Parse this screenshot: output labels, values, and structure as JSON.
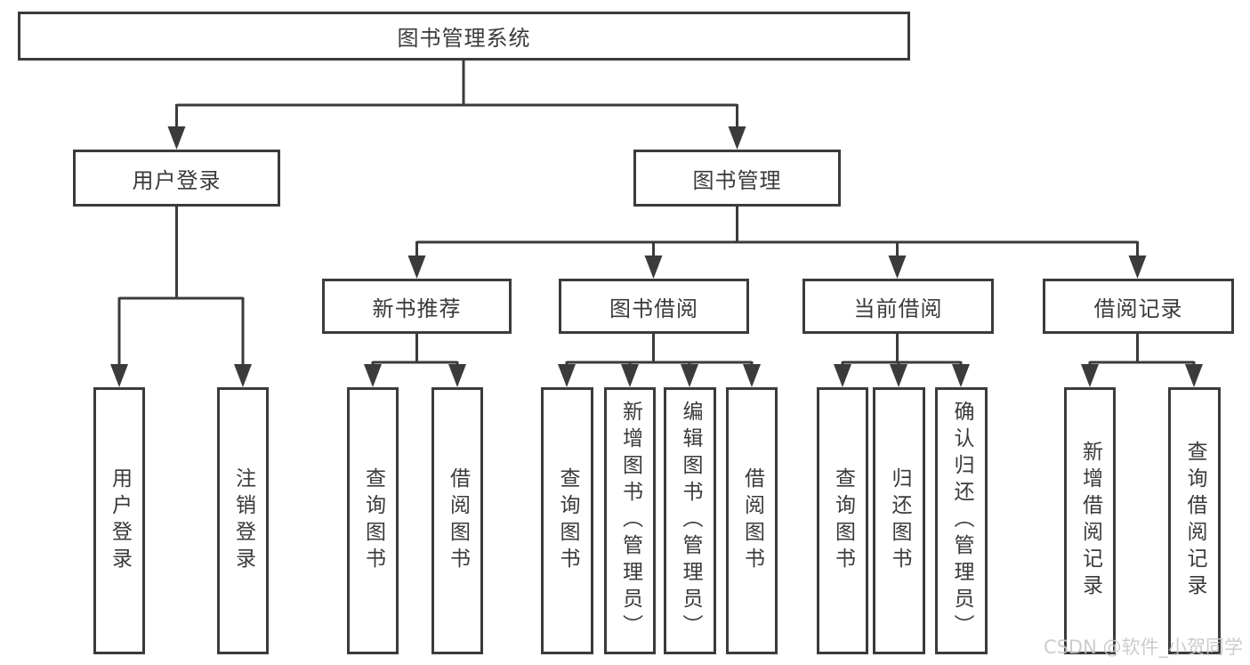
{
  "tree": {
    "root": "图书管理系统",
    "branches": [
      {
        "label": "用户登录",
        "leaves": [
          "用户登录",
          "注销登录"
        ]
      },
      {
        "label": "图书管理",
        "groups": [
          {
            "label": "新书推荐",
            "leaves": [
              "查询图书",
              "借阅图书"
            ]
          },
          {
            "label": "图书借阅",
            "leaves": [
              "查询图书",
              "新增图书（管理员）",
              "编辑图书（管理员）",
              "借阅图书"
            ]
          },
          {
            "label": "当前借阅",
            "leaves": [
              "查询图书",
              "归还图书",
              "确认归还（管理员）"
            ]
          },
          {
            "label": "借阅记录",
            "leaves": [
              "新增借阅记录",
              "查询借阅记录"
            ]
          }
        ]
      }
    ]
  },
  "watermark": {
    "text": "CSDN @软件_小贺同学"
  },
  "colors": {
    "line": "#3b3b3b",
    "box_border": "#3b3b3b",
    "box_fill": "#ffffff",
    "text": "#3a3a3a",
    "watermark": "#c7c7c7",
    "background": "#ffffff"
  }
}
